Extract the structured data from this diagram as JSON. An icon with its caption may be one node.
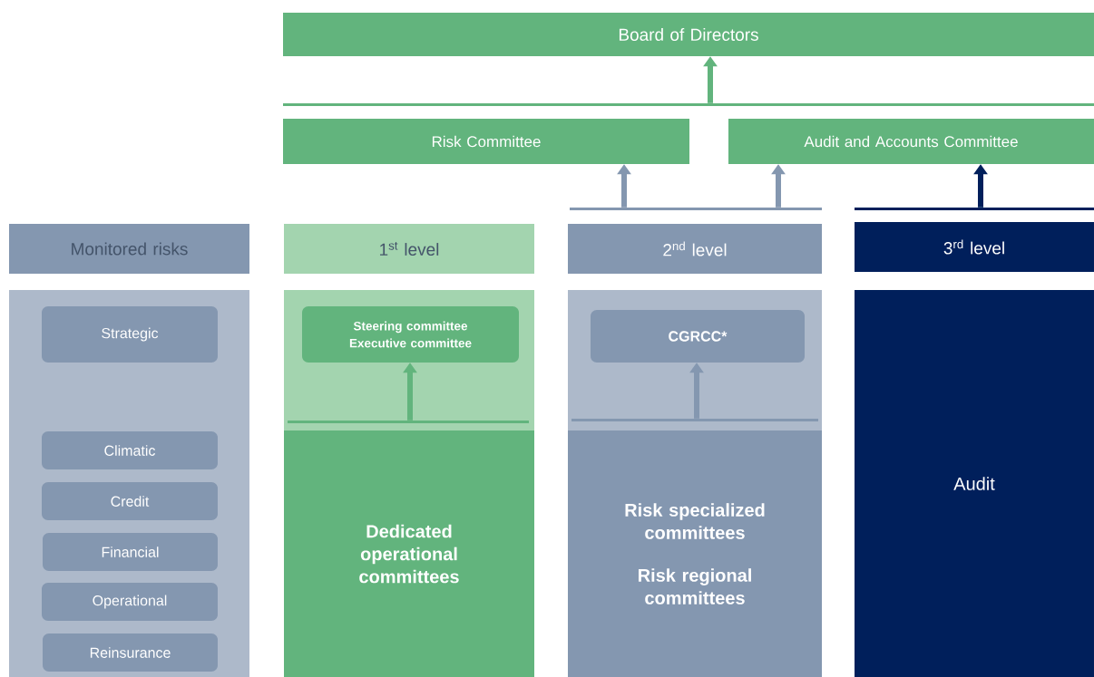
{
  "diagram": {
    "nodes": [
      {
        "text": [
          "Board of Directors"
        ]
      },
      {
        "text": [
          "Risk Committee"
        ]
      },
      {
        "text": [
          "Audit and Accounts Committee"
        ]
      },
      {
        "text": [
          "Monitored risks"
        ]
      },
      {
        "text": [
          "1$^{st}$ level"
        ]
      },
      {
        "text": [
          "2$^{nd}$ level"
        ]
      },
      {
        "text": [
          "3$^{rd}$ level"
        ]
      },
      {
        "text": [],
        "shape": "box"
      },
      {
        "text": [
          "Strategic"
        ],
        "in": 7
      },
      {
        "text": [
          "Climatic"
        ],
        "in": 7
      },
      {
        "text": [
          "Credit"
        ],
        "in": 7
      },
      {
        "text": [
          "Financial"
        ],
        "in": 7
      },
      {
        "text": [
          "Operational"
        ],
        "in": 7
      },
      {
        "text": [
          "Reinsurance"
        ],
        "in": 7
      },
      {
        "text": [],
        "shape": "box"
      },
      {
        "text": [
          "Steering committee",
          "Executive committee"
        ],
        "in": 14
      },
      {
        "text": [
          "Dedicated operational committees"
        ]
      },
      {
        "text": [],
        "shape": "box"
      },
      {
        "text": [
          "CGRCC*"
        ],
        "in": 17
      },
      {
        "text": [
          "Risk specialized committees",
          "Risk regional committees"
        ]
      },
      {
        "text": [
          "Audit"
        ]
      },
      {
        "text": [],
        "shape": "bar"
      },
      {
        "text": [],
        "shape": "bar"
      },
      {
        "text": [],
        "shape": "bar"
      },
      {
        "text": [],
        "shape": "bar",
        "in": 14
      },
      {
        "text": [],
        "shape": "bar",
        "in": 17
      }
    ],
    "edges": [
      {
        "from": 21,
        "to": 0,
        "arrow": "to",
        "color": "#62b47d"
      },
      {
        "from": 22,
        "to": 1,
        "arrow": "to",
        "color": "#8497b0"
      },
      {
        "from": 22,
        "to": 2,
        "arrow": "to",
        "color": "#8497b0"
      },
      {
        "from": 23,
        "to": 2,
        "arrow": "to",
        "color": "#001f5b"
      },
      {
        "from": 24,
        "to": 15,
        "arrow": "to",
        "color": "#62b47d"
      },
      {
        "from": 25,
        "to": 18,
        "arrow": "to",
        "color": "#8497b0"
      }
    ]
  }
}
